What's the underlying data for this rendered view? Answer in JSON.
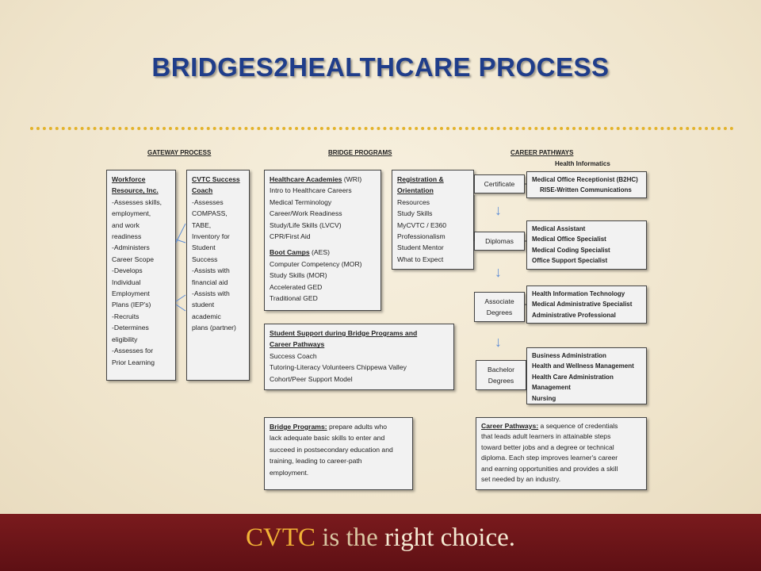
{
  "title": "BRIDGES2HEALTHCARE PROCESS",
  "headers": {
    "gateway": "GATEWAY PROCESS",
    "bridge": "BRIDGE PROGRAMS",
    "career": "CAREER PATHWAYS",
    "health_informatics": "Health Informatics"
  },
  "workforce": {
    "heading": [
      "Workforce",
      "Resource, Inc."
    ],
    "lines": [
      "-Assesses skills,",
      "employment,",
      "and work",
      "readiness",
      "-Administers",
      "Career Scope",
      "-Develops",
      "Individual",
      "Employment",
      "Plans (IEP's)",
      "-Recruits",
      "-Determines",
      "eligibility",
      "-Assesses for",
      "Prior Learning"
    ]
  },
  "cvtc": {
    "heading": [
      "CVTC Success",
      "Coach"
    ],
    "lines": [
      "-Assesses",
      "COMPASS,",
      "TABE,",
      "Inventory for",
      "Student",
      "Success",
      "-Assists with",
      "financial aid",
      "-Assists with",
      "student",
      "academic",
      "plans (partner)"
    ]
  },
  "academies": {
    "heading1": "Healthcare Academies",
    "heading1_suffix": " (WRI)",
    "lines1": [
      "Intro to Healthcare Careers",
      "Medical Terminology",
      "Career/Work Readiness",
      "Study/Life Skills (LVCV)",
      "CPR/First Aid"
    ],
    "heading2": "Boot Camps",
    "heading2_suffix": " (AES)",
    "lines2": [
      "Computer Competency (MOR)",
      "Study Skills (MOR)",
      "Accelerated GED",
      "Traditional GED"
    ]
  },
  "registration": {
    "heading": [
      "Registration &",
      "Orientation"
    ],
    "lines": [
      "Resources",
      "Study Skills",
      "MyCVTC / E360",
      "Professionalism",
      "Student Mentor",
      "What to Expect"
    ]
  },
  "support": {
    "heading": [
      "Student Support during Bridge Programs and",
      "Career Pathways"
    ],
    "lines": [
      "Success Coach",
      "Tutoring-Literacy Volunteers Chippewa Valley",
      "Cohort/Peer Support Model"
    ]
  },
  "levels": {
    "certificate": "Certificate",
    "diplomas": "Diplomas",
    "associate": [
      "Associate",
      "Degrees"
    ],
    "bachelor": [
      "Bachelor",
      "Degrees"
    ]
  },
  "programs": {
    "certificate": [
      "Medical Office Receptionist (B2HC)",
      "RISE-Written Communications"
    ],
    "diplomas": [
      "Medical Assistant",
      "Medical Office Specialist",
      "Medical Coding Specialist",
      "Office Support Specialist"
    ],
    "associate": [
      "Health Information Technology",
      "Medical Administrative Specialist",
      "Administrative Professional"
    ],
    "bachelor": [
      "Business Administration",
      "Health and Wellness Management",
      "Health Care Administration",
      "Management",
      "Nursing"
    ]
  },
  "bridge_def": {
    "term": "Bridge Programs:",
    "lines": [
      " prepare adults who",
      "lack adequate basic skills to enter and",
      "succeed in postsecondary education and",
      "training, leading to career-path",
      "employment."
    ]
  },
  "career_def": {
    "term": "Career Pathways:",
    "lines": [
      " a sequence of credentials",
      "that leads adult learners in attainable steps",
      "toward better jobs and a degree or technical",
      "diploma. Each step improves learner's career",
      "and earning opportunities and provides a skill",
      "set needed by an industry."
    ]
  },
  "tagline": {
    "part1": "CVTC",
    "part2": " is the ",
    "part3": "right choice."
  },
  "colors": {
    "title": "#1f3d8a",
    "dots": "#e3b32c",
    "footer": "#7a1a1d",
    "arrow": "#5b8bd6"
  }
}
